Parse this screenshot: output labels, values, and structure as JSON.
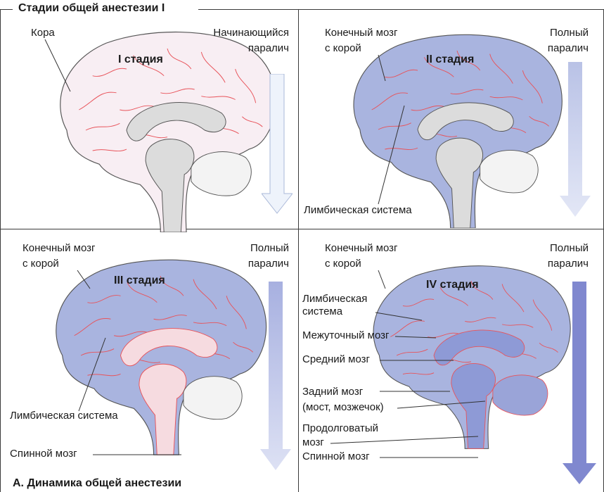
{
  "header": {
    "title": "Стадии общей анестезии I"
  },
  "footer": {
    "caption": "A. Динамика общей анестезии"
  },
  "colors": {
    "brain_light": "#f8eef3",
    "brain_blue": "#a9b4df",
    "brain_blue_dark": "#8e9ad6",
    "inner_grey": "#dcdcdc",
    "vessel_red": "#e8535a",
    "arrow_light": "#eef3fb",
    "arrow_mid": "#b9c2e6",
    "arrow_dark": "#8088cf"
  },
  "panels": [
    {
      "stage": "I стадия",
      "labels": {
        "cortex": "Кора",
        "paralysis_1": "Начинающийся",
        "paralysis_2": "паралич"
      }
    },
    {
      "stage": "II стадия",
      "labels": {
        "telencephalon_1": "Конечный мозг",
        "telencephalon_2": "с корой",
        "paralysis_1": "Полный",
        "paralysis_2": "паралич",
        "limbic": "Лимбическая система"
      }
    },
    {
      "stage": "III стадия",
      "labels": {
        "telencephalon_1": "Конечный мозг",
        "telencephalon_2": "с корой",
        "paralysis_1": "Полный",
        "paralysis_2": "паралич",
        "limbic": "Лимбическая система",
        "spinal": "Спинной мозг"
      }
    },
    {
      "stage": "IV стадия",
      "labels": {
        "telencephalon_1": "Конечный мозг",
        "telencephalon_2": "с корой",
        "paralysis_1": "Полный",
        "paralysis_2": "паралич",
        "limbic_1": "Лимбическая",
        "limbic_2": "система",
        "diencephalon": "Межуточный мозг",
        "midbrain": "Средний мозг",
        "hindbrain_1": "Задний мозг",
        "hindbrain_2": "(мост, мозжечок)",
        "medulla_1": "Продолговатый",
        "medulla_2": "мозг",
        "spinal": "Спинной мозг"
      }
    }
  ]
}
